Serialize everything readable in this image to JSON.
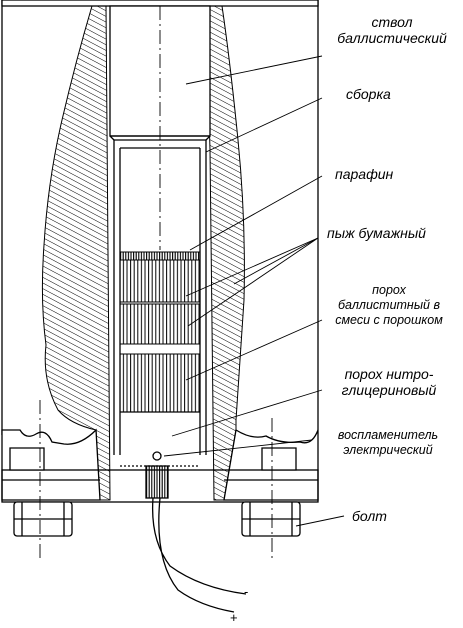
{
  "labels": {
    "barrel": "ствол\nбаллистический",
    "assembly": "сборка",
    "paraffin": "парафин",
    "paper_wad": "пыж бумажный",
    "ballistite_powder": "порох\nбаллиститный в\nсмеси с порошком",
    "nitroglycerin_powder": "порох нитро-\nглицериновый",
    "igniter": "воспламенитель\nэлектрический",
    "bolt": "болт"
  },
  "wire_signs": {
    "minus": "-",
    "plus": "+"
  }
}
